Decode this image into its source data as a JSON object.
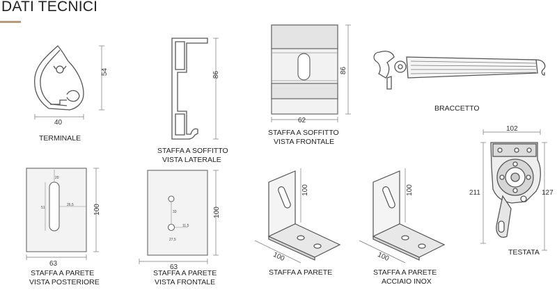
{
  "header": {
    "title": "DATI TECNICI",
    "accent_color": "#b89a7e"
  },
  "items": {
    "terminale": {
      "label": "TERMINALE",
      "width": "40",
      "height": "54"
    },
    "staffa_soffitto_laterale": {
      "label_line1": "STAFFA A SOFFITTO",
      "label_line2": "VISTA LATERALE",
      "height": "86"
    },
    "staffa_soffitto_frontale": {
      "label_line1": "STAFFA A SOFFITTO",
      "label_line2": "VISTA FRONTALE",
      "width": "62",
      "height": "86"
    },
    "braccetto": {
      "label": "BRACCETTO"
    },
    "testata": {
      "label": "TESTATA",
      "width": "102",
      "height_left": "211",
      "height_right": "127"
    },
    "staffa_parete_posteriore": {
      "label_line1": "STAFFA A PARETE",
      "label_line2": "VISTA POSTERIORE",
      "width": "63",
      "height": "100",
      "d_top": "20",
      "d_slot": "51",
      "d_side": "26,5"
    },
    "staffa_parete_frontale": {
      "label_line1": "STAFFA A PARETE",
      "label_line2": "VISTA FRONTALE",
      "width": "63",
      "height": "100",
      "d_mid": "33",
      "d_side": "11,5",
      "d_bottom": "27,5"
    },
    "staffa_parete": {
      "label": "STAFFA  A PARETE",
      "depth": "100",
      "height": "100"
    },
    "staffa_parete_inox": {
      "label_line1": "STAFFA  A PARETE",
      "label_line2": "ACCIAIO INOX",
      "depth": "100",
      "height": "100"
    }
  }
}
